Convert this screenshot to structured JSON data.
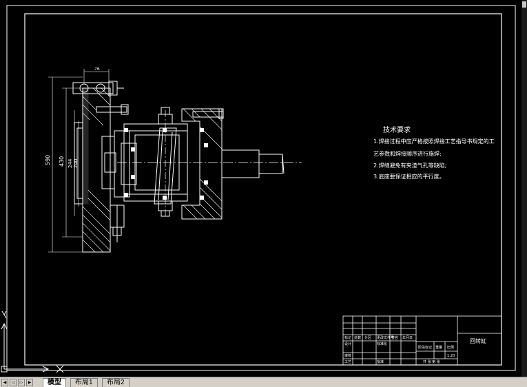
{
  "drawing": {
    "tech_requirements": {
      "title": "技术要求",
      "lines": [
        "1.焊接过程中应严格按照焊接工艺指导书规定的工",
        "艺参数和焊接顺序进行施焊;",
        "2.焊缝避免有夹渣气孔等缺陷;",
        "3.底座要保证相应的平行度。"
      ]
    },
    "dimensions": {
      "top_width": "76",
      "outer_dia": "590",
      "mid_dia": "430",
      "inner_dia_a": "244",
      "inner_dia_b": "240"
    },
    "title_block": {
      "part_name": "回转缸",
      "rows": [
        [
          "标记",
          "处数",
          "分区",
          "更改文件号",
          "签名",
          "年月日"
        ],
        [
          "设计",
          "",
          "",
          "标准化",
          "",
          ""
        ],
        [
          "审核",
          "",
          "",
          "",
          "",
          ""
        ],
        [
          "工艺",
          "",
          "",
          "批准",
          "",
          ""
        ]
      ],
      "stage_headers": [
        "阶段标记",
        "重量",
        "比例"
      ],
      "scale": "1:20",
      "sheet_info": "共 张 第 张"
    }
  },
  "tabs": {
    "labels": [
      "模型",
      "布局1",
      "布局2"
    ],
    "active": "模型"
  },
  "colors": {
    "background": "#000000",
    "lines": "#ffffff",
    "ui_chrome": "#d4d0c8"
  }
}
